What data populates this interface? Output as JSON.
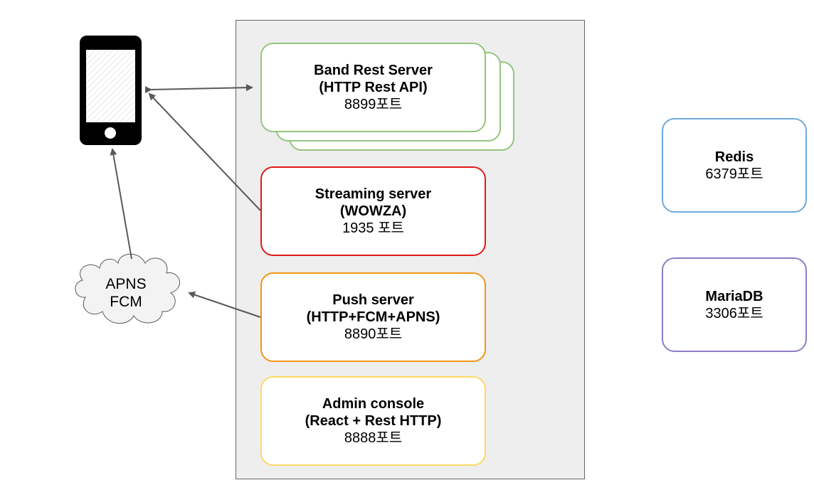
{
  "servers": {
    "band": {
      "title": "Band Rest Server",
      "subtitle": "(HTTP Rest API)",
      "port": "8899포트"
    },
    "streaming": {
      "title": "Streaming server",
      "subtitle": "(WOWZA)",
      "port": "1935 포트"
    },
    "push": {
      "title": "Push server",
      "subtitle": "(HTTP+FCM+APNS)",
      "port": "8890포트"
    },
    "admin": {
      "title": "Admin console",
      "subtitle": "(React + Rest HTTP)",
      "port": "8888포트"
    }
  },
  "datastores": {
    "redis": {
      "title": "Redis",
      "port": "6379포트"
    },
    "mariadb": {
      "title": "MariaDB",
      "port": "3306포트"
    }
  },
  "cloud": {
    "line1": "APNS",
    "line2": "FCM"
  },
  "colors": {
    "band": "#93c47d",
    "streaming": "#e0191b",
    "push": "#f1941a",
    "admin": "#ffd966",
    "redis": "#6fa8dc",
    "mariadb": "#8e7cc3",
    "group_fill": "#eeeeee",
    "arrow": "#595959"
  }
}
